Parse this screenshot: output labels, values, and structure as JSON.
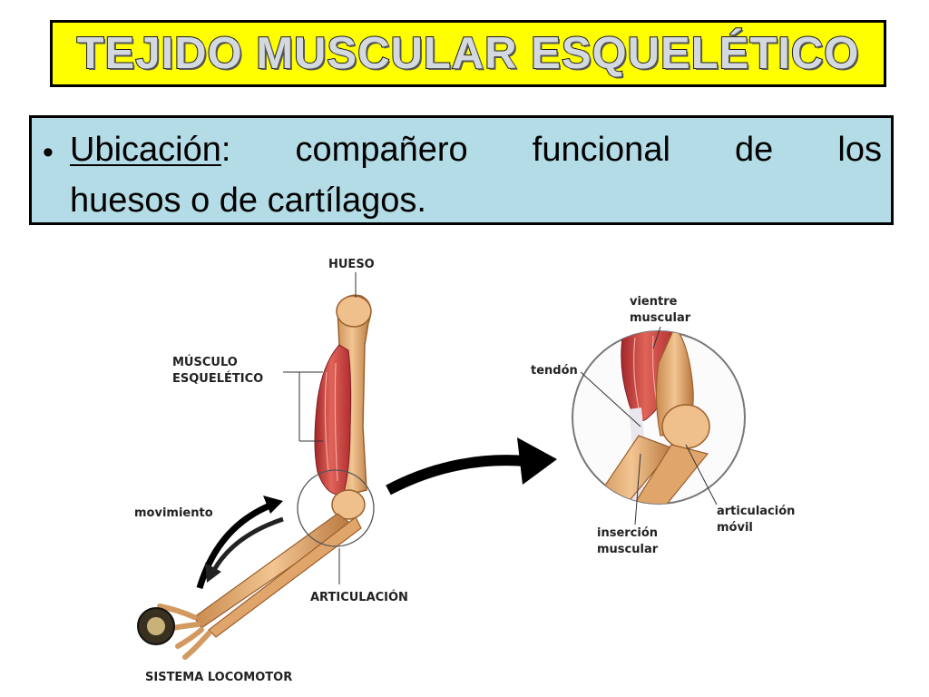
{
  "slide": {
    "title": "TEJIDO MUSCULAR ESQUELÉTICO",
    "bullet": {
      "term": "Ubicación",
      "colon": ":",
      "line1_words": [
        "compañero",
        "funcional",
        "de",
        "los"
      ],
      "line2": "huesos o de cartílagos."
    }
  },
  "diagram": {
    "labels": {
      "hueso": "HUESO",
      "musculo_1": "MÚSCULO",
      "musculo_2": "ESQUELÉTICO",
      "movimiento": "movimiento",
      "articulacion": "ARTICULACIÓN",
      "sistema": "SISTEMA LOCOMOTOR",
      "vientre_1": "vientre",
      "vientre_2": "muscular",
      "tendon": "tendón",
      "insercion_1": "inserción",
      "insercion_2": "muscular",
      "artic_movil_1": "articulación",
      "artic_movil_2": "móvil"
    },
    "colors": {
      "bone": "#e8b27a",
      "bone_shade": "#b9773f",
      "muscle": "#c8373a",
      "muscle_light": "#e27a6c",
      "tendon": "#e6e2ea",
      "arrow": "#000000"
    }
  }
}
